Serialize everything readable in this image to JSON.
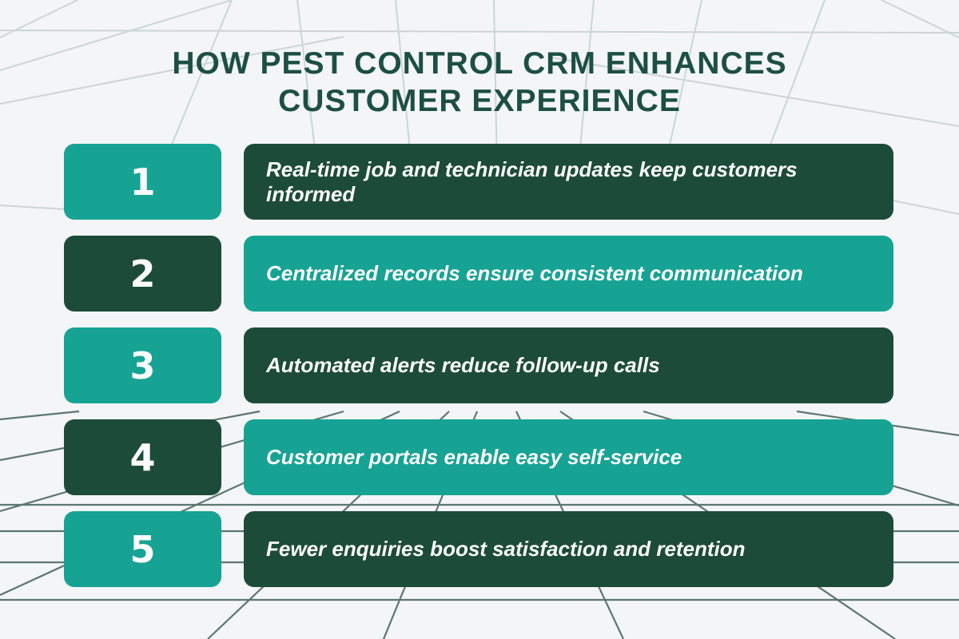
{
  "title": {
    "line1": "HOW PEST CONTROL CRM ENHANCES",
    "line2": "CUSTOMER EXPERIENCE"
  },
  "rows": [
    {
      "number": "1",
      "text": "Real-time job and technician updates keep customers\ninformed"
    },
    {
      "number": "2",
      "text": "Centralized records ensure consistent communication"
    },
    {
      "number": "3",
      "text": "Automated alerts reduce follow-up calls"
    },
    {
      "number": "4",
      "text": "Customer portals enable easy self-service"
    },
    {
      "number": "5",
      "text": "Fewer enquiries boost satisfaction and retention"
    }
  ],
  "colors": {
    "teal": "#17A394",
    "dark_green": "#1D4B3A",
    "title_green": "#1D4F44",
    "background": "#F3F5F6",
    "grid_light": "#CCD5D6",
    "grid_dark": "#5C7770",
    "text": "#FAFBFB"
  }
}
